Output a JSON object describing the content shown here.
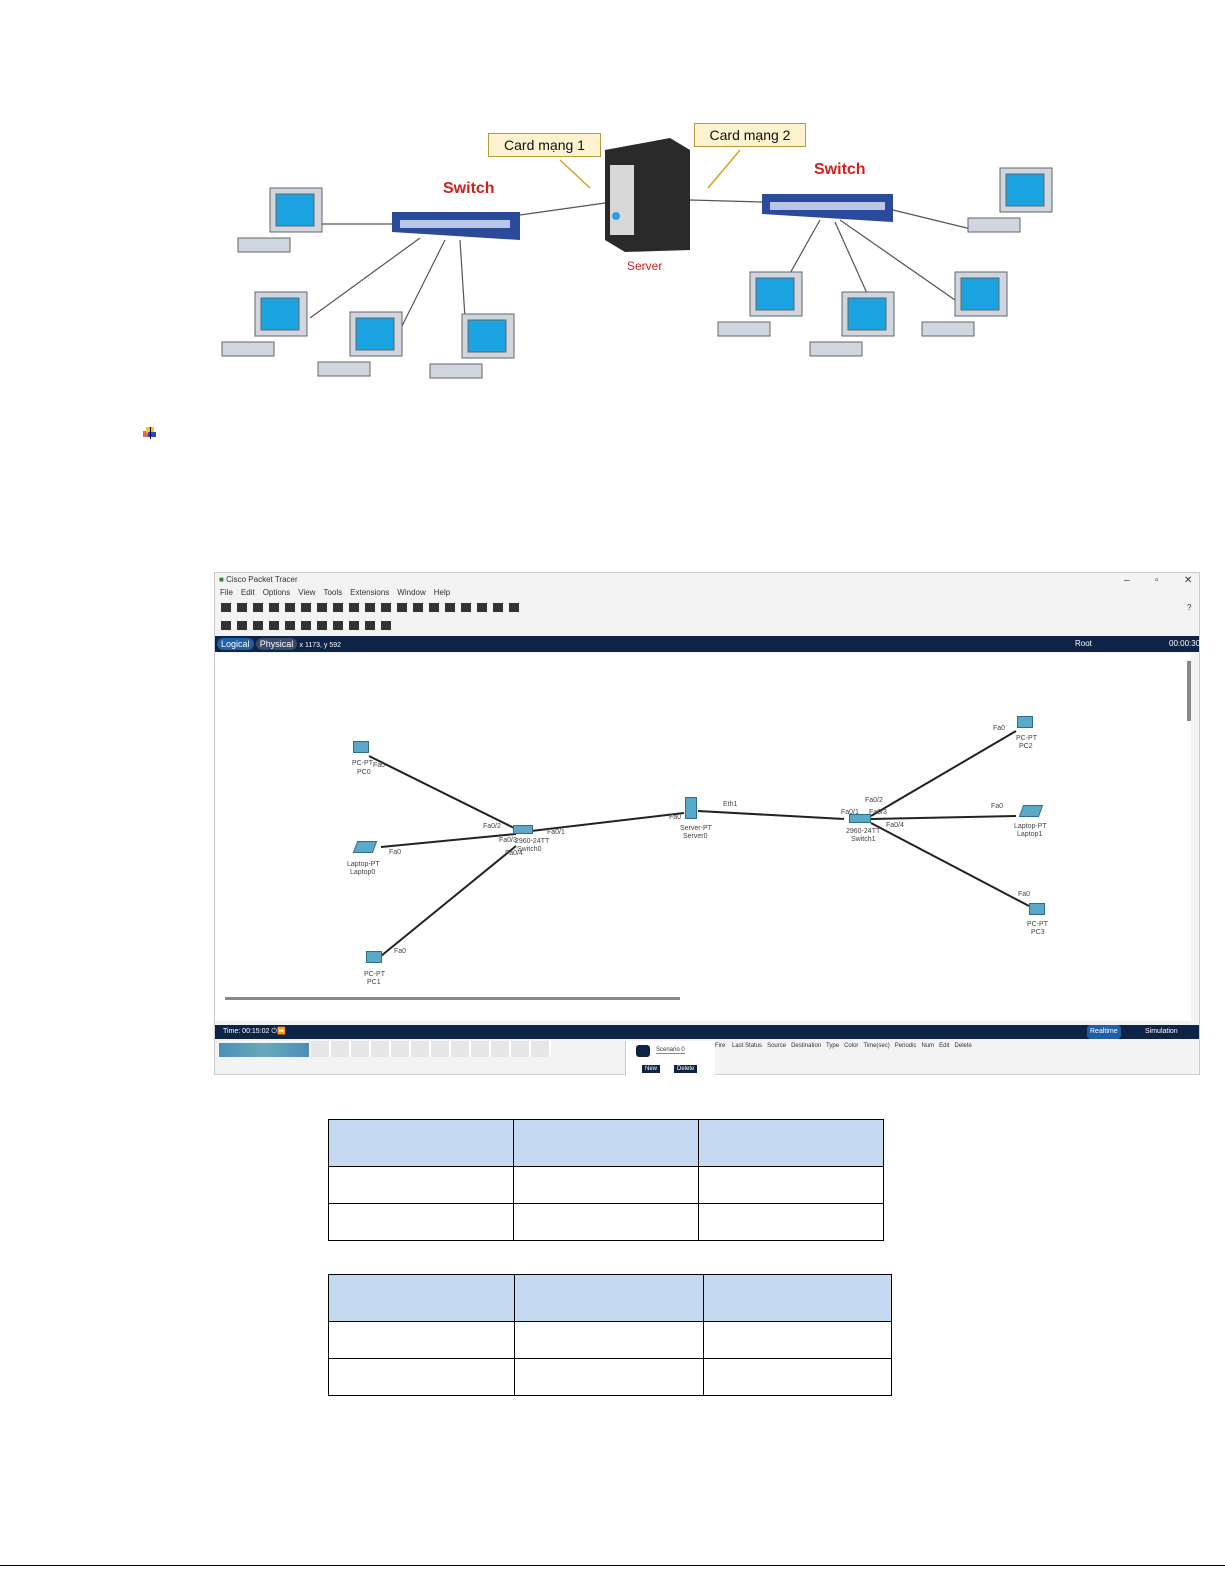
{
  "diagram": {
    "callout1": "Card mạng 1",
    "callout2": "Card mạng 2",
    "switch_left": "Switch",
    "switch_right": "Switch",
    "server": "Server"
  },
  "pt": {
    "title": "Cisco Packet Tracer",
    "menu": [
      "File",
      "Edit",
      "Options",
      "View",
      "Tools",
      "Extensions",
      "Window",
      "Help"
    ],
    "help": "?",
    "tab_logical": "Logical",
    "tab_physical": "Physical",
    "coords": "x 1173, y 592",
    "root": "Root",
    "clock": "00:00:30",
    "time": "Time: 00:15:02",
    "realtime": "Realtime",
    "simulation": "Simulation",
    "scenario": "Scenario 0",
    "new_btn": "New",
    "delete_btn": "Delete",
    "event_cols": [
      "Fire",
      "Last Status",
      "Source",
      "Destination",
      "Type",
      "Color",
      "Time(sec)",
      "Periodic",
      "Num",
      "Edit",
      "Delete"
    ],
    "labels": {
      "pc0_type": "PC-PT",
      "pc0_port": "Fa0",
      "pc0": "PC0",
      "lap0_port": "Fa0",
      "lap0_type": "Laptop-PT",
      "lap0": "Laptop0",
      "pc1_port": "Fa0",
      "pc1_type": "PC-PT",
      "pc1": "PC1",
      "sw0_p2": "Fa0/2",
      "sw0_p3": "Fa0/3",
      "sw0_p4": "Fa0/4",
      "sw0_p1": "Fa0/1",
      "sw0_type": "2960-24TT",
      "sw0": "Switch0",
      "srv_p0": "Fa0",
      "srv_p1": "Eth1",
      "srv_type": "Server-PT",
      "srv": "Server0",
      "sw1_p1": "Fa0/1",
      "sw1_p2": "Fa0/2",
      "sw1_p3": "Fa0/3",
      "sw1_p4": "Fa0/4",
      "sw1_type": "2960-24TT",
      "sw1": "Switch1",
      "pc2_port": "Fa0",
      "pc2_type": "PC-PT",
      "pc2": "PC2",
      "lap1_port": "Fa0",
      "lap1_type": "Laptop-PT",
      "lap1": "Laptop1",
      "pc3_port": "Fa0",
      "pc3_type": "PC-PT",
      "pc3": "PC3"
    }
  },
  "colors": {
    "header_fill": "#c5d9f1",
    "pt_navy": "#0e2447",
    "red": "#d2201c"
  }
}
